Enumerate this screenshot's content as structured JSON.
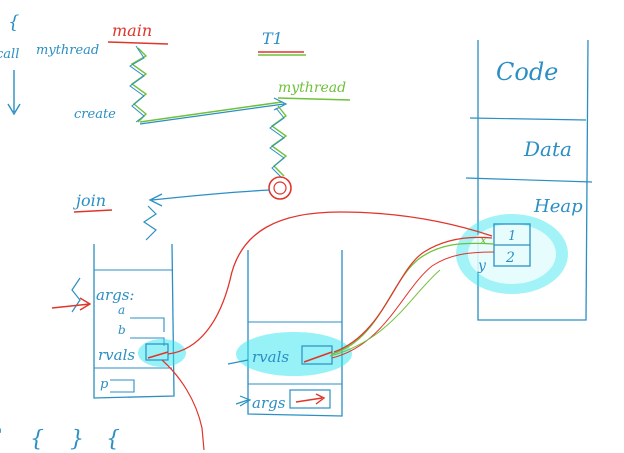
{
  "colors": {
    "ink_blue": "#2b8fc4",
    "ink_green": "#6fc13a",
    "ink_red": "#e0352b",
    "highlight": "#2ee5ee"
  },
  "top": {
    "left_brace": "{",
    "call_text": "call",
    "mythread_text": "mythread",
    "main_label": "main",
    "t1_label": "T1",
    "create_label": "create",
    "mythread_label": "mythread",
    "join_label": "join"
  },
  "memory": {
    "code_label": "Code",
    "data_label": "Data",
    "heap_label": "Heap",
    "heap_values": [
      "1",
      "2"
    ],
    "heap_var_x": "x",
    "heap_var_y": "y"
  },
  "stack_main": {
    "args_label": "args:",
    "field_a": "a",
    "field_b": "b",
    "rvals_label": "rvals",
    "p_label": "p"
  },
  "stack_thread": {
    "rvals_label": "rvals",
    "args_label": "args"
  },
  "bottom_braces": [
    "{",
    "}",
    "{"
  ]
}
